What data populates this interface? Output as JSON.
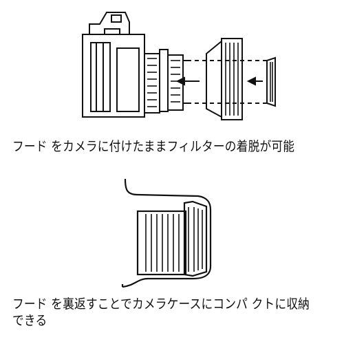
{
  "captions": {
    "line1": "フード をカメラに付けたままフィルターの着脱が可能",
    "line2": "フード を裏返すことでカメラケースにコンパ クトに収納",
    "line3": "できる"
  },
  "illustrations": {
    "top_icon": "camera-lens-hood-filter-icon",
    "bottom_icon": "reversed-hood-in-case-icon"
  },
  "colors": {
    "ink": "#111111",
    "paper": "#ffffff"
  }
}
